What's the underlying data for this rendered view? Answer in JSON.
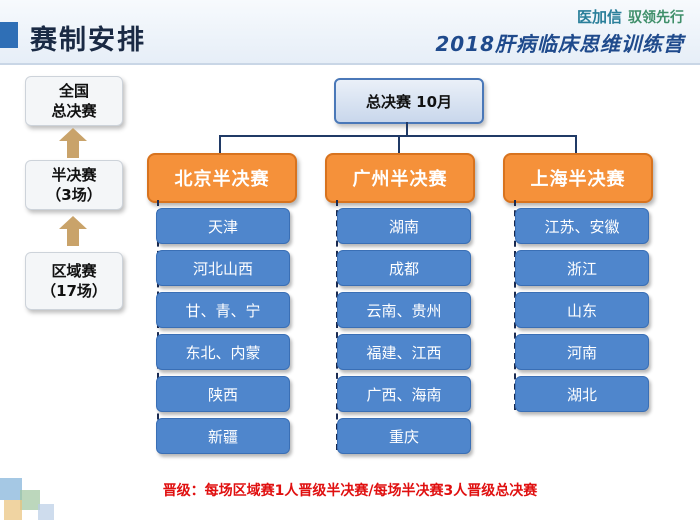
{
  "header": {
    "title": "赛制安排",
    "brand_name": "医加信",
    "brand_slogan": "驭领先行",
    "camp_title": "2018肝病临床思维训练营"
  },
  "stages": [
    {
      "line1": "全国",
      "line2": "总决赛"
    },
    {
      "line1": "半决赛",
      "line2": "（3场）"
    },
    {
      "line1": "区域赛",
      "line2": "（17场）"
    }
  ],
  "final": {
    "label": "总决赛 10月"
  },
  "semis": [
    {
      "label": "北京半决赛",
      "regions": [
        "天津",
        "河北山西",
        "甘、青、宁",
        "东北、内蒙",
        "陕西",
        "新疆"
      ]
    },
    {
      "label": "广州半决赛",
      "regions": [
        "湖南",
        "成都",
        "云南、贵州",
        "福建、江西",
        "广西、海南",
        "重庆"
      ]
    },
    {
      "label": "上海半决赛",
      "regions": [
        "江苏、安徽",
        "浙江",
        "山东",
        "河南",
        "湖北"
      ]
    }
  ],
  "note": "晋级：每场区域赛1人晋级半决赛/每场半决赛3人晋级总决赛",
  "colors": {
    "semi_fill": "#f5913a",
    "region_fill": "#4f86cc",
    "final_border": "#4a78b8",
    "note": "#e01010",
    "accent": "#2f6fb6"
  }
}
